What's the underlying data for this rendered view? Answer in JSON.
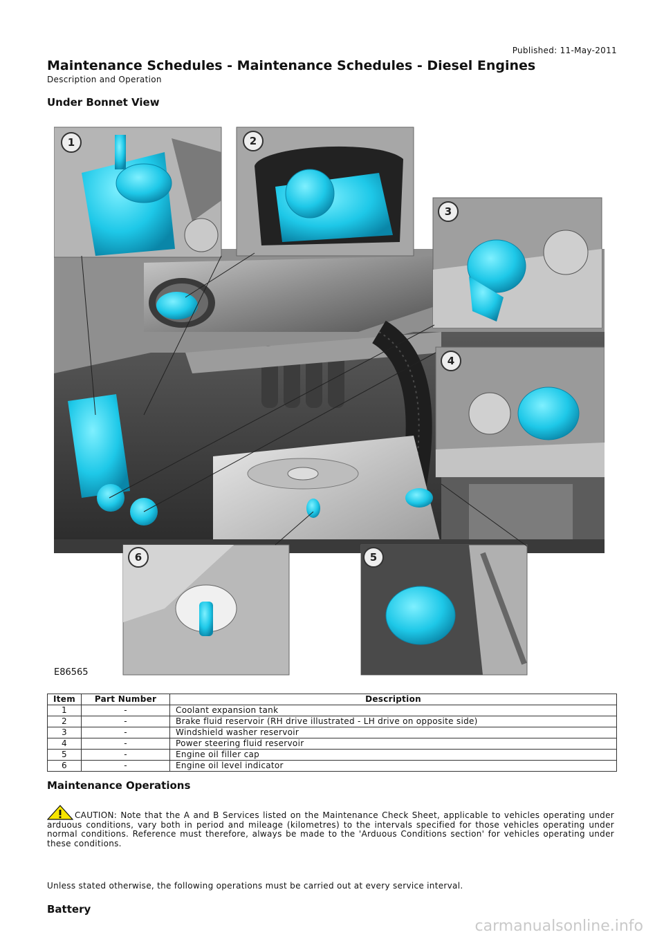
{
  "header": {
    "published": "Published: 11-May-2011",
    "title": "Maintenance Schedules - Maintenance Schedules - Diesel Engines",
    "subtitle": "Description and Operation"
  },
  "section_under_bonnet": {
    "heading": "Under Bonnet View",
    "figure_id": "E86565",
    "callouts": [
      "1",
      "2",
      "3",
      "4",
      "5",
      "6"
    ],
    "highlight_color": "#1ec8e8"
  },
  "parts_table": {
    "headers": [
      "Item",
      "Part Number",
      "Description"
    ],
    "rows": [
      {
        "item": "1",
        "part": "-",
        "desc": "Coolant expansion tank"
      },
      {
        "item": "2",
        "part": "-",
        "desc": "Brake fluid reservoir (RH drive illustrated - LH drive on opposite side)"
      },
      {
        "item": "3",
        "part": "-",
        "desc": "Windshield washer reservoir"
      },
      {
        "item": "4",
        "part": "-",
        "desc": "Power steering fluid reservoir"
      },
      {
        "item": "5",
        "part": "-",
        "desc": "Engine oil filler cap"
      },
      {
        "item": "6",
        "part": "-",
        "desc": "Engine oil level indicator"
      }
    ]
  },
  "section_maintenance": {
    "heading": "Maintenance Operations",
    "caution": "CAUTION: Note that the A and B Services listed on the Maintenance Check Sheet, applicable to vehicles operating under arduous conditions, vary both in period and mileage (kilometres) to the intervals specified for those vehicles operating under normal conditions. Reference must therefore, always be made to the 'Arduous Conditions section' for vehicles operating under these conditions.",
    "unless": "Unless stated otherwise, the following operations must be carried out at every service interval."
  },
  "section_battery": {
    "heading": "Battery"
  },
  "footer": {
    "watermark": "carmanualsonline.info"
  }
}
